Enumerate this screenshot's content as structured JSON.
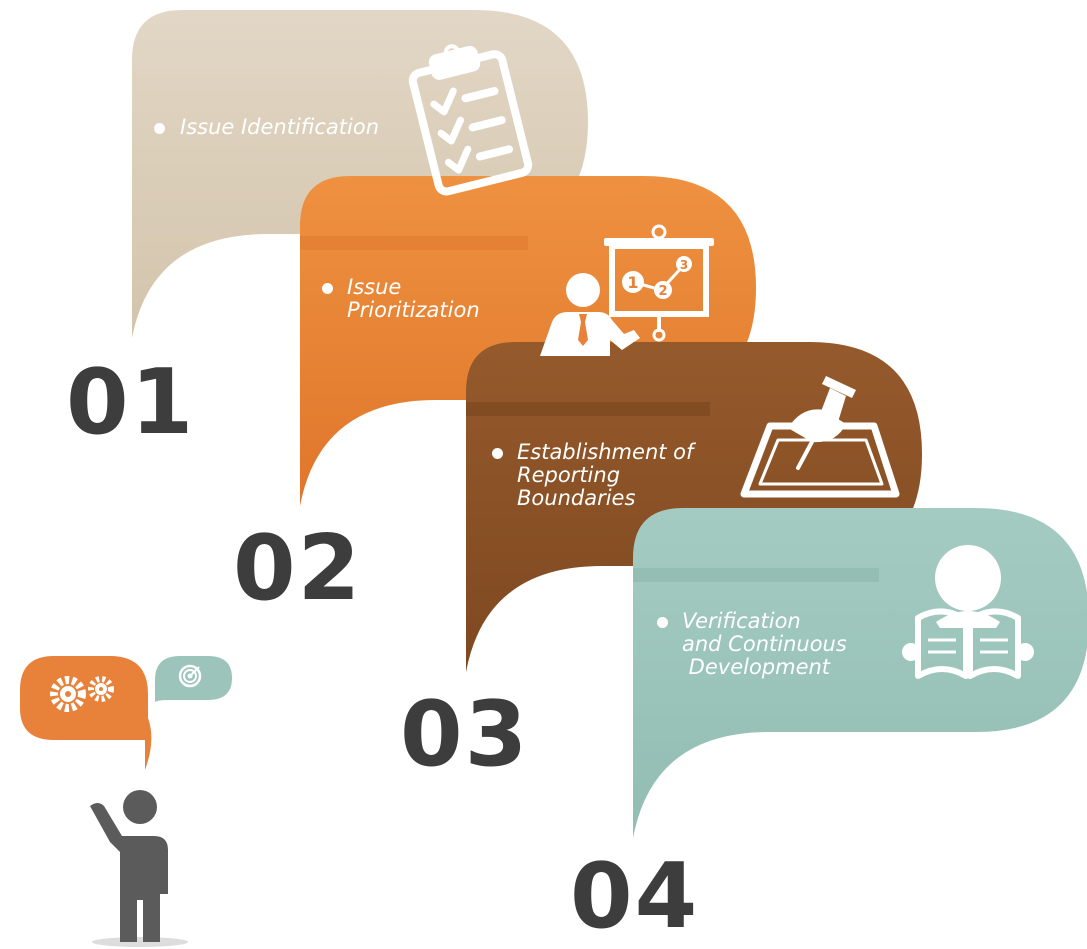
{
  "steps": [
    {
      "number": "01",
      "label_lines": [
        "Issue Identification"
      ],
      "icon": "clipboard-checklist-icon",
      "color": "#dcd0bd"
    },
    {
      "number": "02",
      "label_lines": [
        "Issue",
        "Prioritization"
      ],
      "icon": "presenter-board-icon",
      "color": "#e8823a"
    },
    {
      "number": "03",
      "label_lines": [
        "Establishment of",
        "Reporting",
        "Boundaries"
      ],
      "icon": "pushpin-map-icon",
      "color": "#8c5227"
    },
    {
      "number": "04",
      "label_lines": [
        "Verification",
        "and Continuous",
        " Development"
      ],
      "icon": "person-reading-book-icon",
      "color": "#9cc4bb"
    }
  ],
  "decoration": {
    "person_icon": "person-thinking-icon",
    "gears_icon": "gears-icon",
    "target_icon": "target-icon",
    "figure_color": "#5b5b5b"
  }
}
